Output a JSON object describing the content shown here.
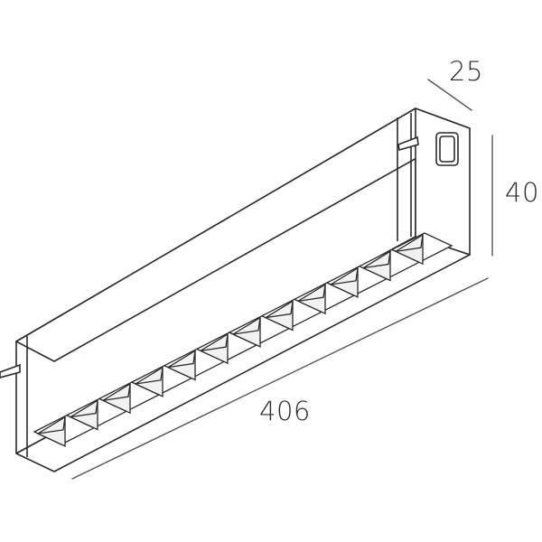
{
  "dimensions": {
    "width": "25",
    "height": "40",
    "length": "406"
  },
  "product": {
    "cell_count": 12,
    "icon": "linear-led-track-module-icon"
  },
  "colors": {
    "line": "#2b2b2b",
    "dimension_line": "#555555",
    "background": "#ffffff"
  }
}
